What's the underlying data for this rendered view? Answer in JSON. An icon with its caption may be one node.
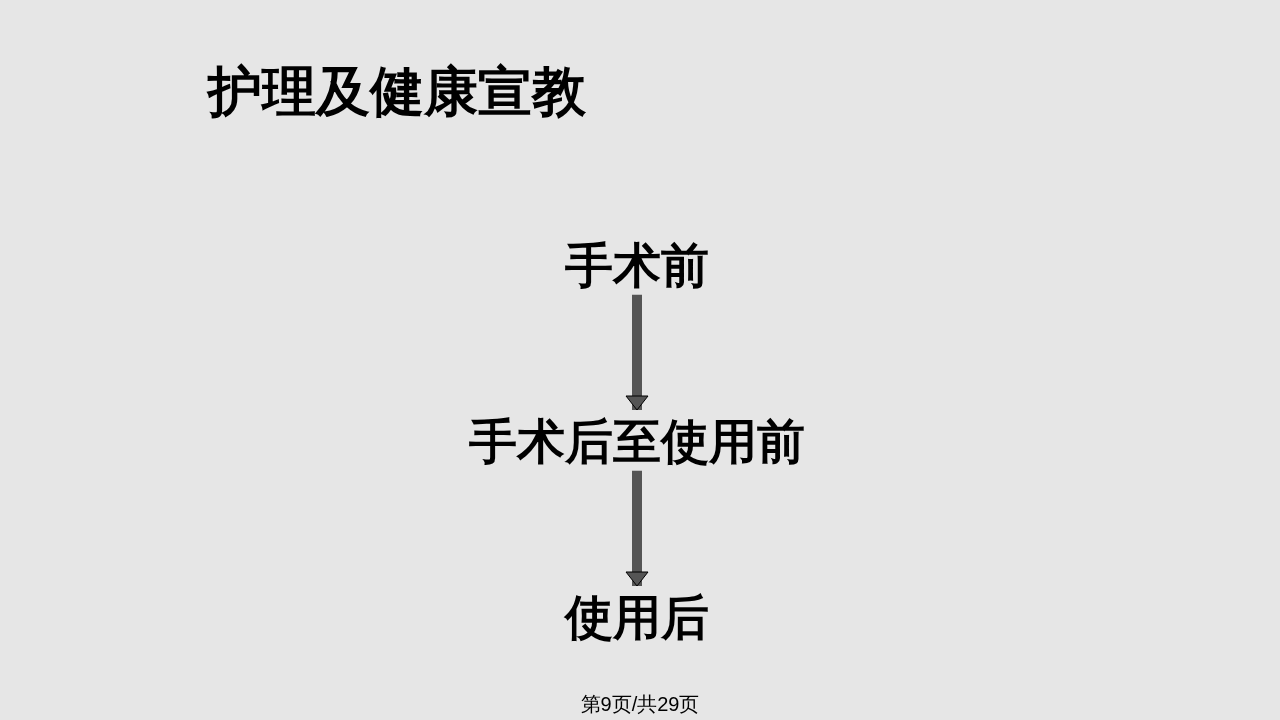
{
  "diagram": {
    "title": "护理及健康宣教",
    "nodes": [
      {
        "text": [
          "手术前"
        ]
      },
      {
        "text": [
          "手术后至使用前"
        ]
      },
      {
        "text": [
          "使用后"
        ]
      }
    ],
    "edges": [
      {
        "from": 0,
        "to": 1,
        "arrow": "to"
      },
      {
        "from": 1,
        "to": 2,
        "arrow": "to"
      }
    ],
    "labels": [
      "第9页/共29页"
    ]
  }
}
